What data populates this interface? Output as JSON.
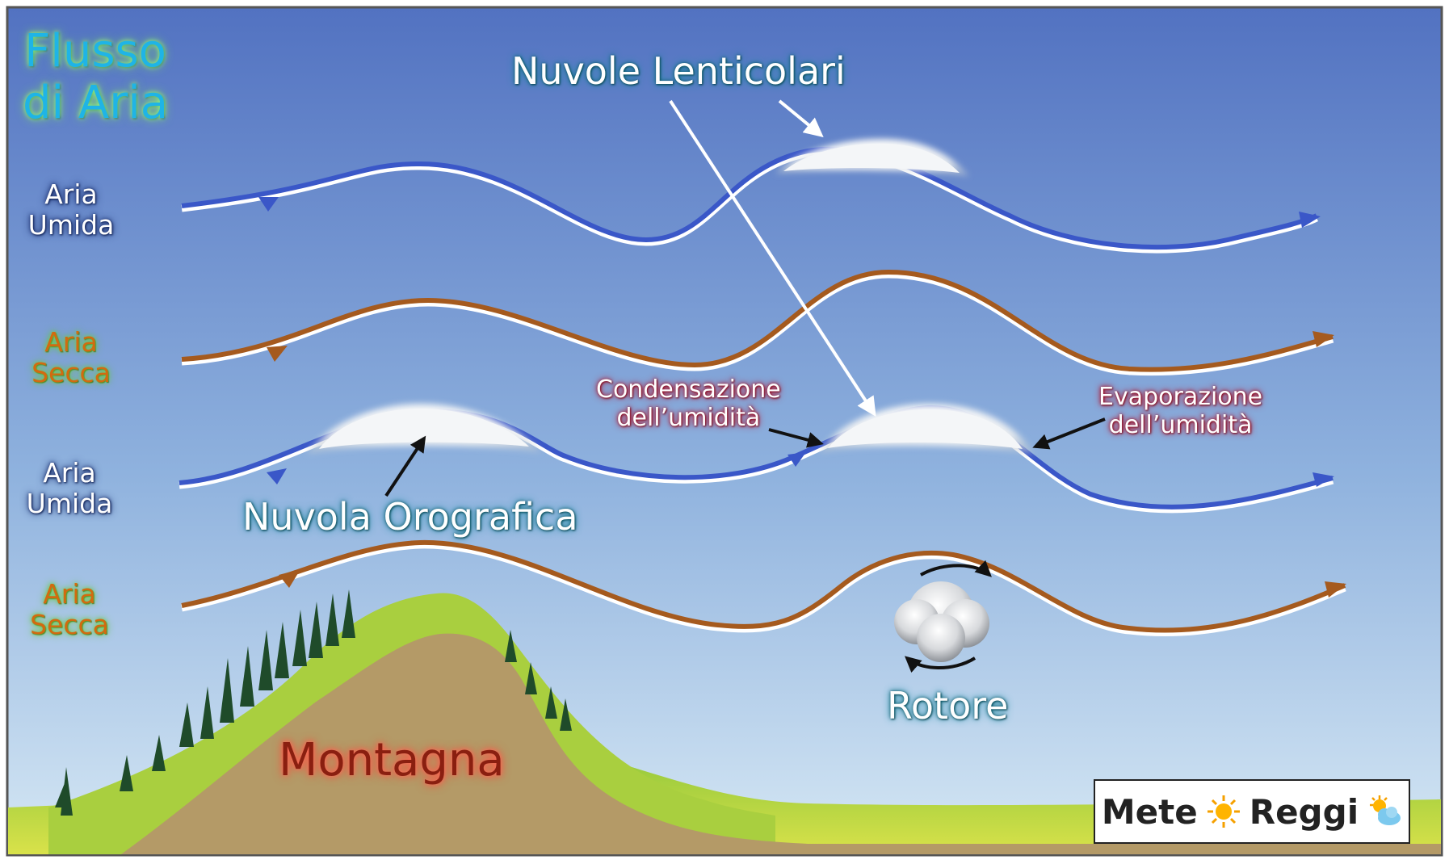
{
  "title": {
    "line1": "Flusso",
    "line2": "di Aria"
  },
  "layers": [
    {
      "line1": "Aria",
      "line2": "Umida",
      "kind": "wet"
    },
    {
      "line1": "Aria",
      "line2": "Secca",
      "kind": "dry"
    },
    {
      "line1": "Aria",
      "line2": "Umida",
      "kind": "wet"
    },
    {
      "line1": "Aria",
      "line2": "Secca",
      "kind": "dry"
    }
  ],
  "labels": {
    "lenticular": "Nuvole Lenticolari",
    "orographic": "Nuvola Orografica",
    "condensation_1": "Condensazione",
    "condensation_2": "dell’umidità",
    "evaporation_1": "Evaporazione",
    "evaporation_2": "dell’umidità",
    "rotor": "Rotore",
    "mountain": "Montagna"
  },
  "logo": {
    "word1": "Mete",
    "word2": "Reggi",
    "sun_icon": "sun-icon",
    "cloud_sun_icon": "sun-cloud-icon"
  },
  "colors": {
    "wet_flow": "#3a57c8",
    "dry_flow": "#a55a1e",
    "sky_top": "#5272c1",
    "sky_bottom": "#cfe3f3",
    "mountain": "#b39a68",
    "grass": "#a8cf3a"
  }
}
